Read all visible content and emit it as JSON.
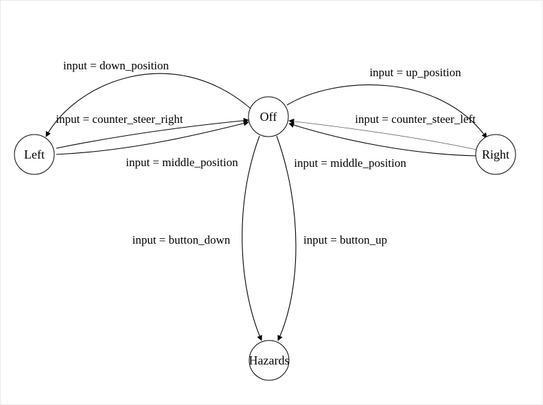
{
  "diagram": {
    "nodes": [
      {
        "id": "off",
        "label": "Off"
      },
      {
        "id": "left",
        "label": "Left"
      },
      {
        "id": "right",
        "label": "Right"
      },
      {
        "id": "hazards",
        "label": "Hazards"
      }
    ],
    "edges": [
      {
        "id": "off-left",
        "from": "Off",
        "to": "Left",
        "label": "input = down_position"
      },
      {
        "id": "left-off-a",
        "from": "Left",
        "to": "Off",
        "label": "input = counter_steer_right"
      },
      {
        "id": "left-off-b",
        "from": "Left",
        "to": "Off",
        "label": "input = middle_position"
      },
      {
        "id": "off-right",
        "from": "Off",
        "to": "Right",
        "label": "input = up_position"
      },
      {
        "id": "right-off-a",
        "from": "Right",
        "to": "Off",
        "label": "input = counter_steer_left"
      },
      {
        "id": "right-off-b",
        "from": "Right",
        "to": "Off",
        "label": "input = middle_position"
      },
      {
        "id": "off-hazards-a",
        "from": "Off",
        "to": "Hazards",
        "label": "input = button_down"
      },
      {
        "id": "off-hazards-b",
        "from": "Off",
        "to": "Hazards",
        "label": "input = button_up"
      }
    ]
  }
}
